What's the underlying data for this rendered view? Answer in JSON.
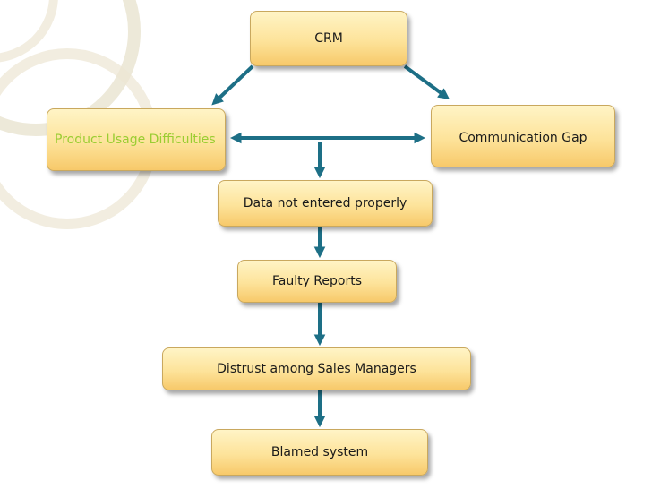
{
  "nodes": {
    "crm": "CRM",
    "product_usage": "Product Usage Difficulties",
    "communication_gap": "Communication Gap",
    "data_not_entered": "Data not entered properly",
    "faulty_reports": "Faulty Reports",
    "distrust": "Distrust among Sales Managers",
    "blamed_system": "Blamed system"
  },
  "colors": {
    "box_fill_top": "#fff4c6",
    "box_fill_bottom": "#f7c96a",
    "arrow": "#1d6f86",
    "product_usage_text": "#9acd32"
  }
}
